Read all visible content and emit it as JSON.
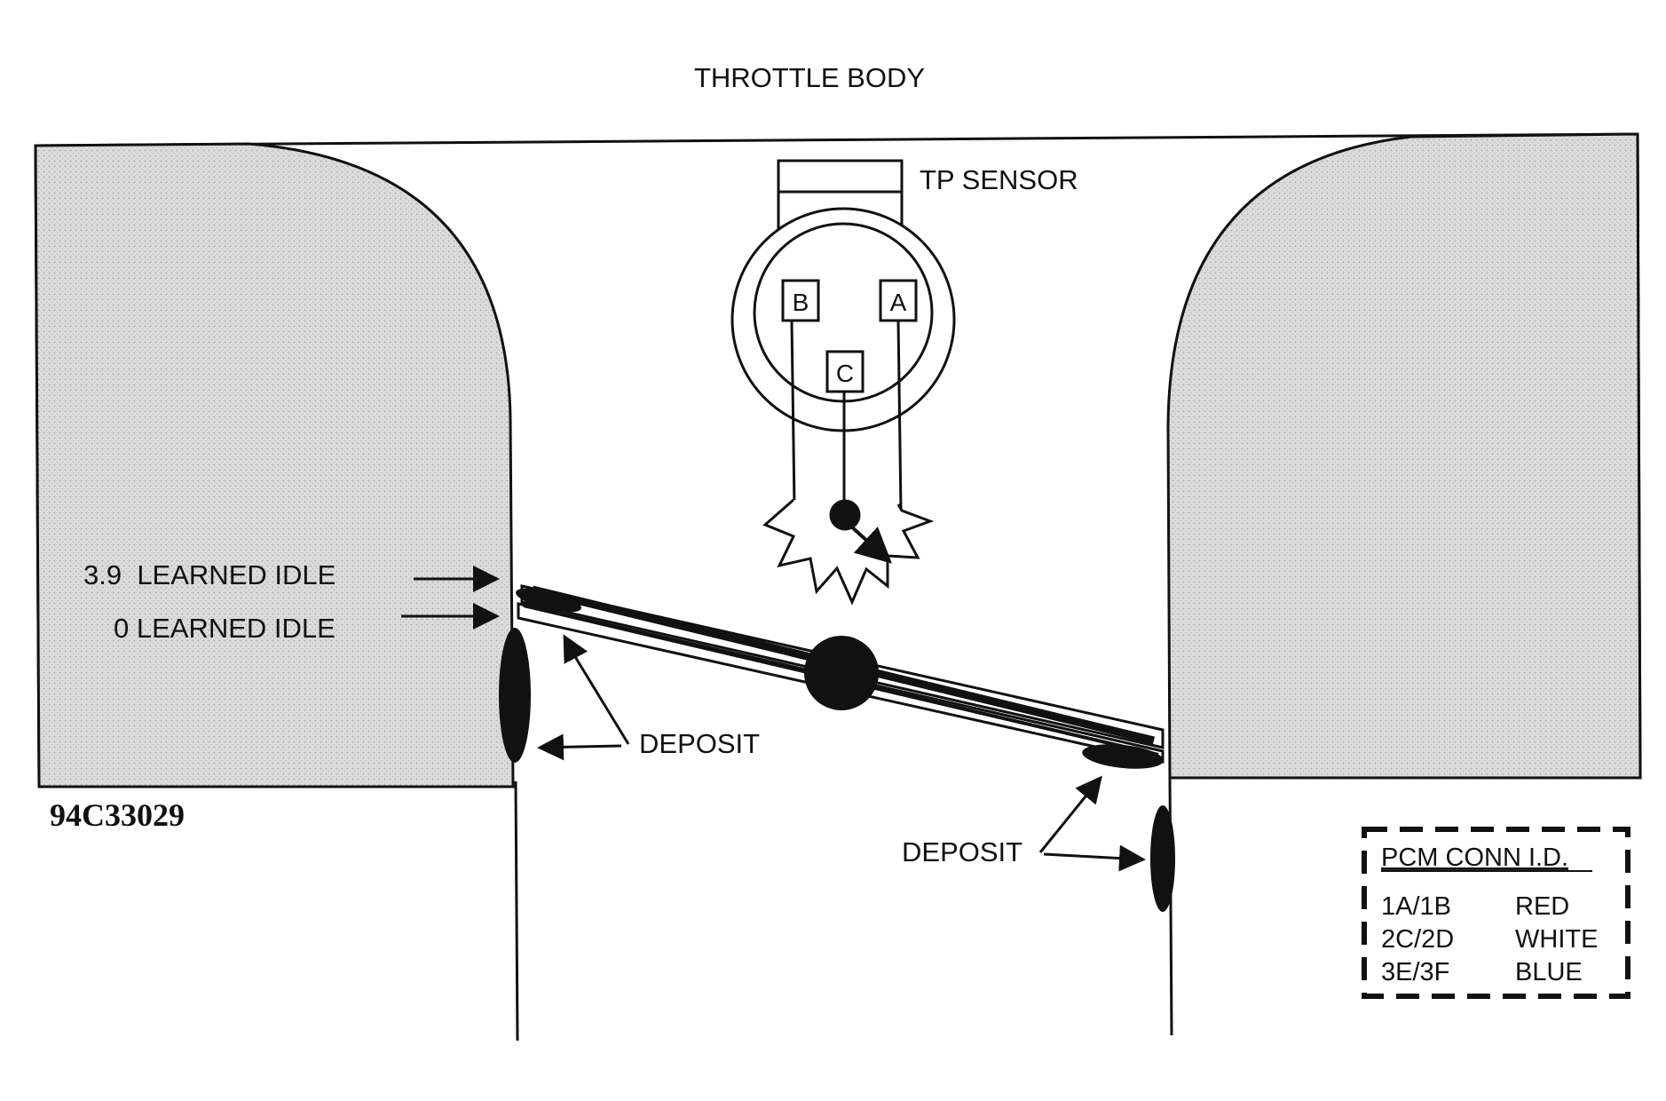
{
  "title": "THROTTLE BODY",
  "sensor": {
    "label": "TP SENSOR",
    "pins": {
      "a": "A",
      "b": "B",
      "c": "C"
    }
  },
  "annotations": {
    "learned_idle_high": "3.9  LEARNED IDLE",
    "learned_idle_low": "0 LEARNED IDLE",
    "deposit_left": "DEPOSIT",
    "deposit_right": "DEPOSIT"
  },
  "figure_id": "94C33029",
  "legend": {
    "title": "PCM CONN I.D.",
    "rows": [
      {
        "conn": "1A/1B",
        "color": "RED"
      },
      {
        "conn": "2C/2D",
        "color": "WHITE"
      },
      {
        "conn": "3E/3F",
        "color": "BLUE"
      }
    ]
  },
  "colors": {
    "ink": "#111111",
    "shade": "#d4d4d4",
    "paper": "#ffffff"
  }
}
